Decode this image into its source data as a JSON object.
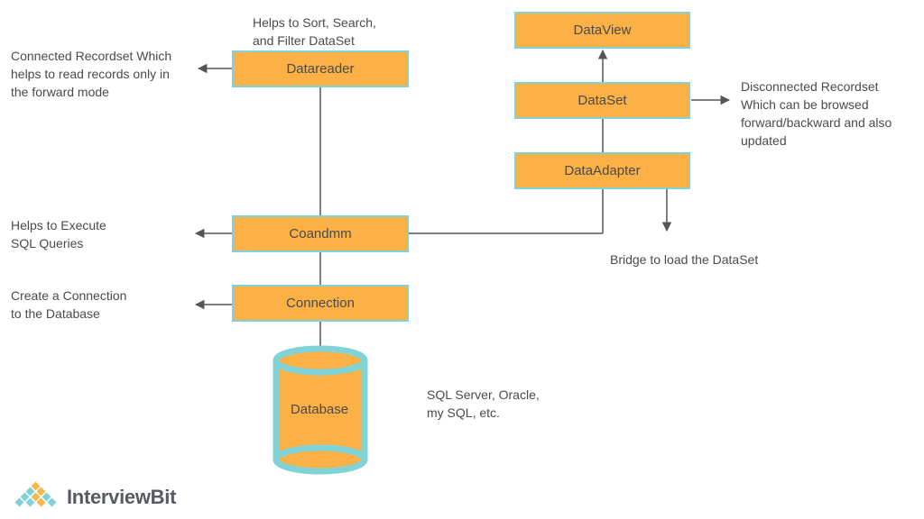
{
  "colors": {
    "box_fill": "#fbb146",
    "box_border": "#7fd3d6",
    "line": "#555555",
    "text": "#4a4a4a"
  },
  "nodes": {
    "dataview": "DataView",
    "dataset": "DataSet",
    "dataadapter": "DataAdapter",
    "datareader": "Datareader",
    "command": "Coandmm",
    "connection": "Connection",
    "database": "Database"
  },
  "notes": {
    "datareader_top": [
      "Helps to Sort, Search,",
      "and Filter DataSet"
    ],
    "datareader_left": [
      "Connected Recordset Which",
      "helps to read records only in",
      "the forward mode"
    ],
    "dataset_right": [
      "Disconnected Recordset",
      "Which can be browsed",
      "forward/backward and also",
      "updated"
    ],
    "command_left": [
      "Helps to Execute",
      "SQL Queries"
    ],
    "connection_left": [
      "Create a Connection",
      "to the Database"
    ],
    "dataadapter_below": [
      "Bridge to load the DataSet"
    ],
    "database_right": [
      "SQL Server, Oracle,",
      "my SQL, etc."
    ]
  },
  "logo": {
    "text": "InterviewBit",
    "icon": "diamond-grid-logo-icon"
  }
}
